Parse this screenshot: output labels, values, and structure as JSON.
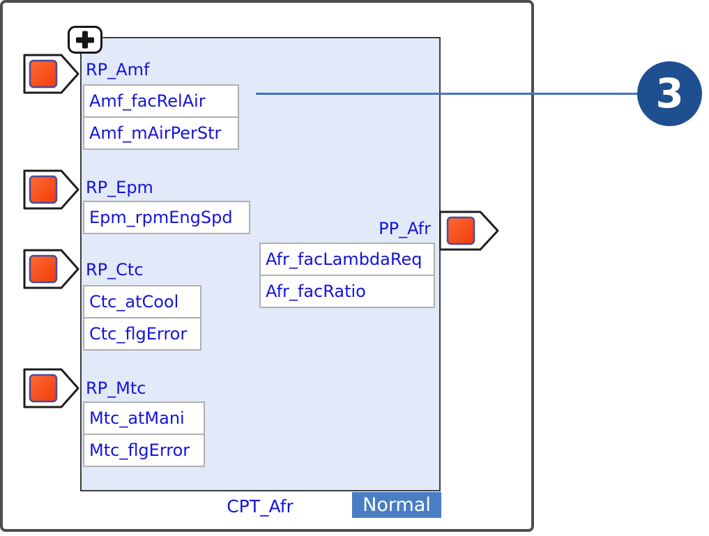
{
  "component": {
    "name": "CPT_Afr",
    "state_badge": "Normal",
    "ports_left": [
      {
        "label": "RP_Amf",
        "signals": [
          "Amf_facRelAir",
          "Amf_mAirPerStr"
        ]
      },
      {
        "label": "RP_Epm",
        "signals": [
          "Epm_rpmEngSpd"
        ]
      },
      {
        "label": "RP_Ctc",
        "signals": [
          "Ctc_atCool",
          "Ctc_flgError"
        ]
      },
      {
        "label": "RP_Mtc",
        "signals": [
          "Mtc_atMani",
          "Mtc_flgError"
        ]
      }
    ],
    "ports_right": [
      {
        "label": "PP_Afr",
        "signals": [
          "Afr_facLambdaReq",
          "Afr_facRatio"
        ]
      }
    ],
    "expand_button_glyph": "+"
  },
  "callout": {
    "number": "3"
  },
  "colors": {
    "component_fill": "#e2eaf9",
    "component_border": "#3c3c3c",
    "label_text": "#1414dc",
    "port_square": "#fb4a17",
    "port_square_border": "#4a4a9c",
    "badge_background": "#4a7ec4",
    "badge_text": "#ffffff",
    "callout_blue": "#1e4f91",
    "callout_line": "#4472c4",
    "canvas_border": "#4d4d4d"
  },
  "icons": {
    "expand": "plus-icon",
    "port_marker": "orange-square-icon"
  }
}
